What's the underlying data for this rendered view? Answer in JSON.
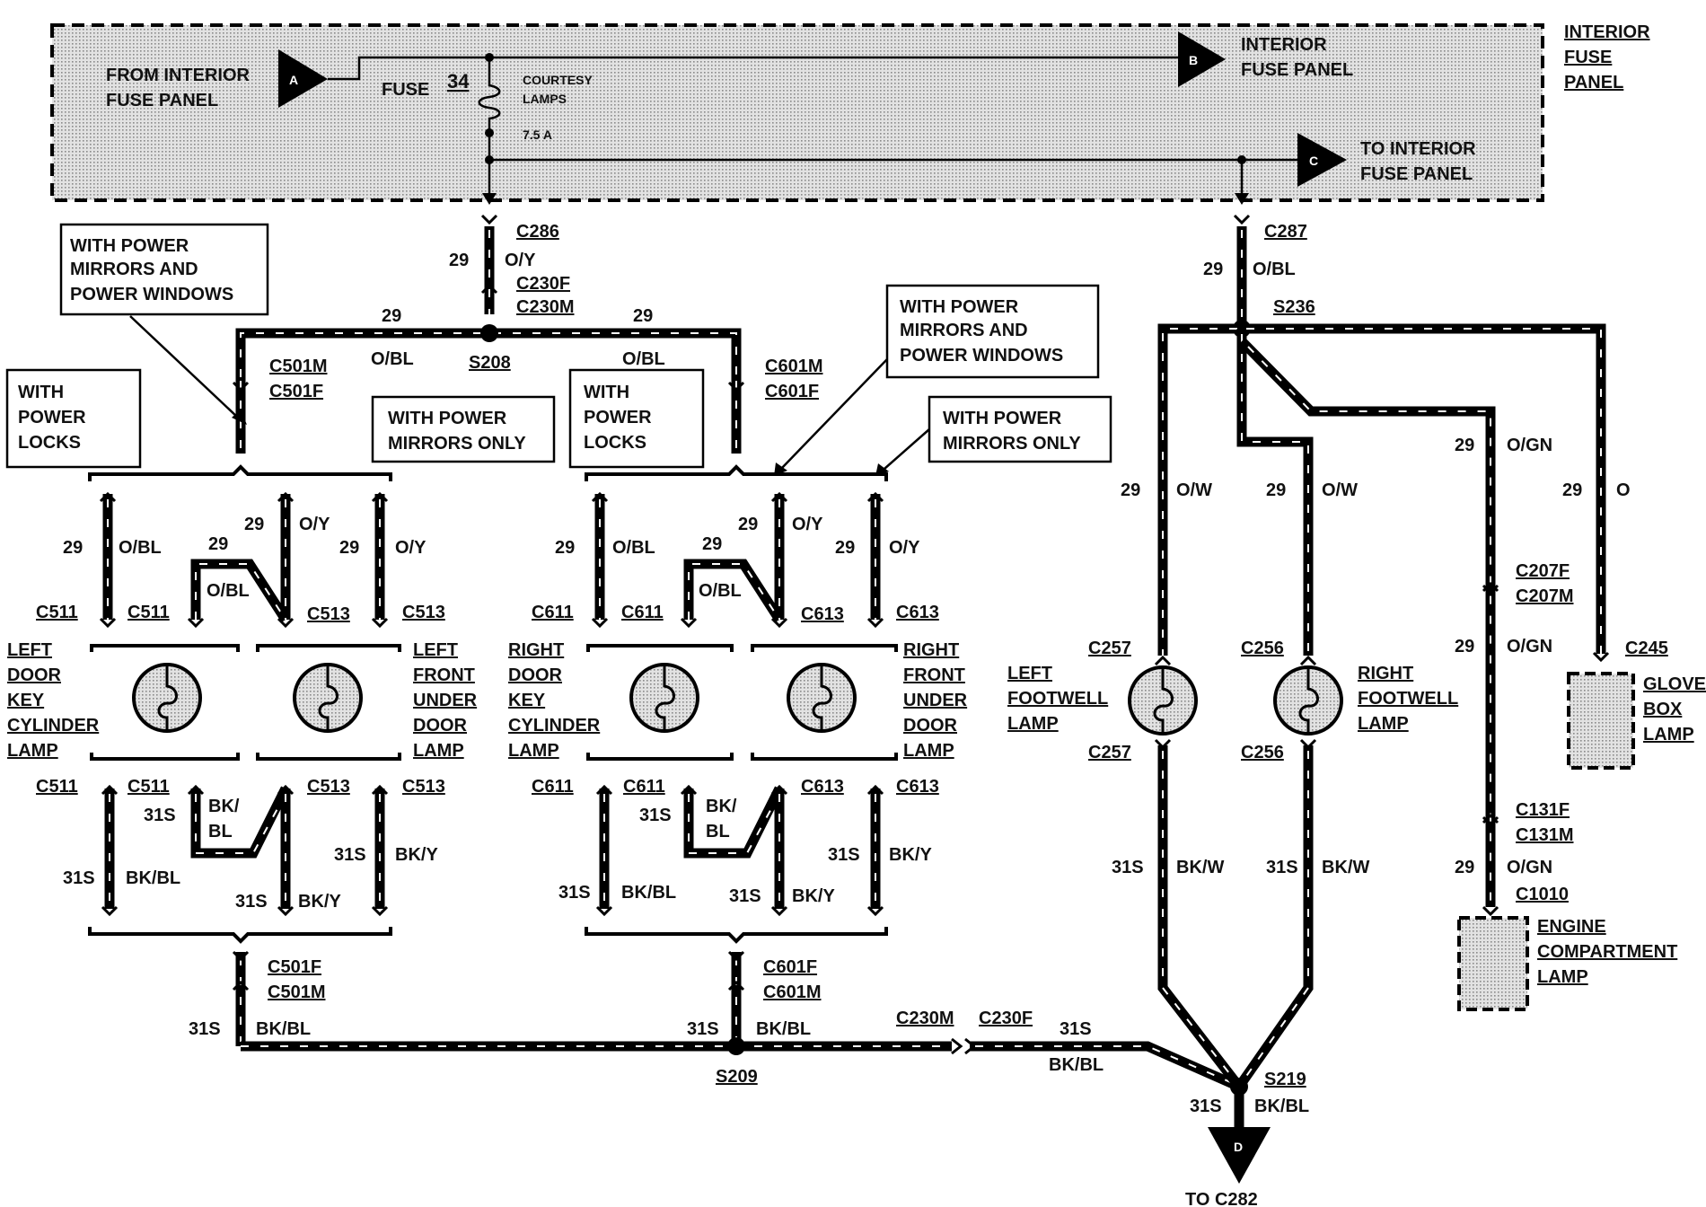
{
  "panel": {
    "title": [
      "INTERIOR",
      "FUSE",
      "PANEL"
    ],
    "from_label": [
      "FROM INTERIOR",
      "FUSE PANEL"
    ],
    "b_label": [
      "INTERIOR",
      "FUSE PANEL"
    ],
    "c_label": [
      "TO INTERIOR",
      "FUSE PANEL"
    ],
    "fuse_word": "FUSE",
    "fuse_number": "34",
    "fuse_desc": [
      "COURTESY",
      "LAMPS"
    ],
    "fuse_rating": "7.5 A",
    "refs": {
      "a": "A",
      "b": "B",
      "c": "C",
      "d": "D"
    }
  },
  "notes": {
    "pm_pw": [
      "WITH POWER",
      "MIRRORS AND",
      "POWER WINDOWS"
    ],
    "pl": [
      "WITH",
      "POWER",
      "LOCKS"
    ],
    "pm_only": [
      "WITH POWER",
      "MIRRORS ONLY"
    ]
  },
  "connectors": {
    "c286": "C286",
    "c230f": "C230F",
    "c230m": "C230M",
    "c287": "C287",
    "s208": "S208",
    "s236": "S236",
    "s209": "S209",
    "s219": "S219",
    "c501m": "C501M",
    "c501f": "C501F",
    "c601m": "C601M",
    "c601f": "C601F",
    "c511": "C511",
    "c513": "C513",
    "c611": "C611",
    "c613": "C613",
    "c257": "C257",
    "c256": "C256",
    "c207f": "C207F",
    "c207m": "C207M",
    "c245": "C245",
    "c131f": "C131F",
    "c131m": "C131M",
    "c1010": "C1010",
    "to_c282": "TO C282"
  },
  "circuits": {
    "c29": "29",
    "c31s": "31S"
  },
  "colors": {
    "oy": "O/Y",
    "obl": "O/BL",
    "ow": "O/W",
    "ogn": "O/GN",
    "o": "O",
    "bkbl": "BK/BL",
    "bky": "BK/Y",
    "bkw": "BK/W",
    "bk_slash": "BK/",
    "bl": "BL"
  },
  "lamps": {
    "left_key": [
      "LEFT",
      "DOOR",
      "KEY",
      "CYLINDER",
      "LAMP"
    ],
    "left_under": [
      "LEFT",
      "FRONT",
      "UNDER",
      "DOOR",
      "LAMP"
    ],
    "right_key": [
      "RIGHT",
      "DOOR",
      "KEY",
      "CYLINDER",
      "LAMP"
    ],
    "right_under": [
      "RIGHT",
      "FRONT",
      "UNDER",
      "DOOR",
      "LAMP"
    ],
    "left_footwell": [
      "LEFT",
      "FOOTWELL",
      "LAMP"
    ],
    "right_footwell": [
      "RIGHT",
      "FOOTWELL",
      "LAMP"
    ],
    "glove_box": [
      "GLOVE",
      "BOX",
      "LAMP"
    ],
    "engine": [
      "ENGINE",
      "COMPARTMENT",
      "LAMP"
    ]
  }
}
